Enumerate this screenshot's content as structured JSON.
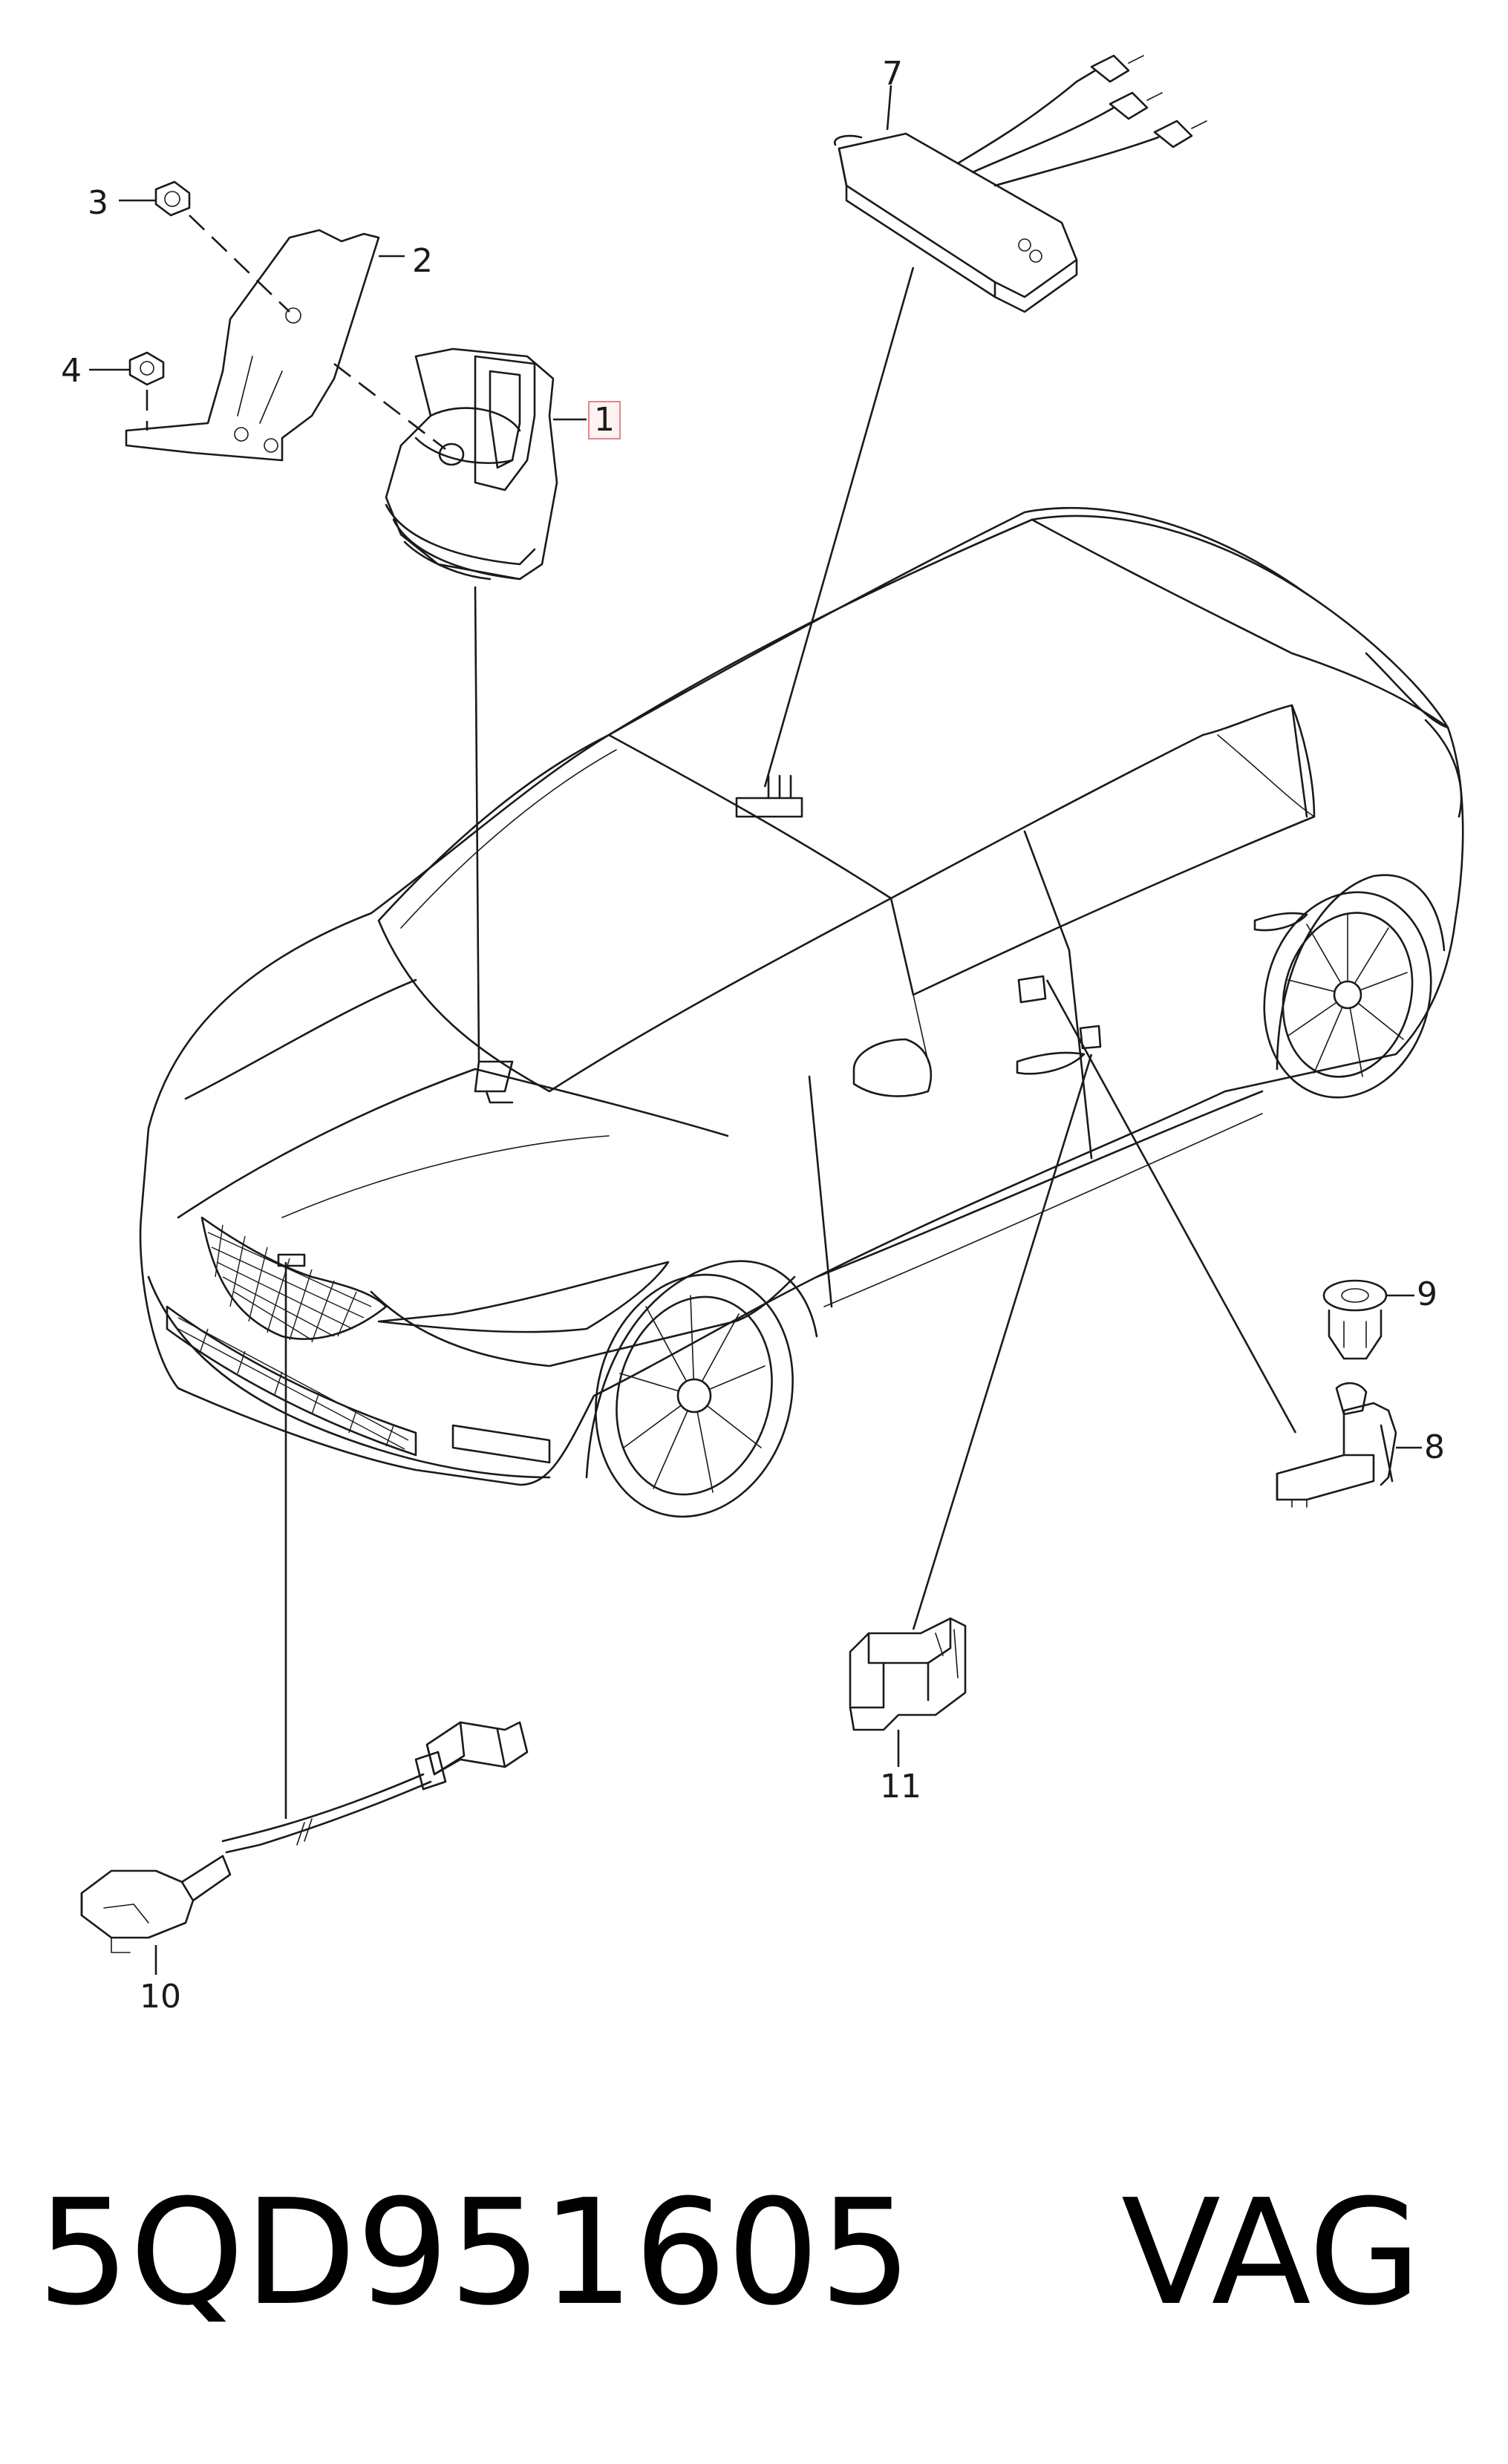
{
  "diagram": {
    "callouts": {
      "c1": "1",
      "c2": "2",
      "c3": "3",
      "c4": "4",
      "c7": "7",
      "c8": "8",
      "c9": "9",
      "c10": "10",
      "c11": "11"
    },
    "highlighted_callout": "1",
    "highlight_color": "#e3868b"
  },
  "caption": {
    "part_number": "5QD951605",
    "brand": "VAG"
  }
}
